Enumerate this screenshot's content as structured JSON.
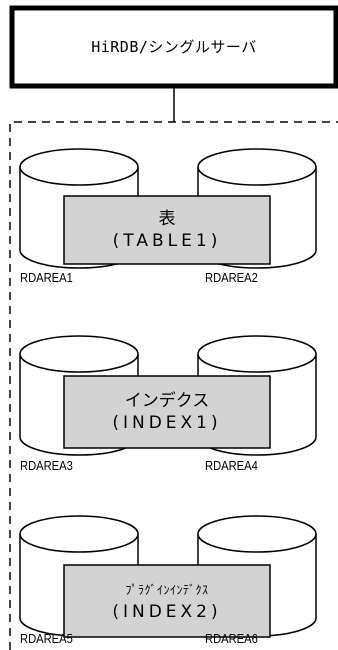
{
  "server": {
    "title": "HiRDB/シングルサーバ"
  },
  "groups": [
    {
      "name": "表",
      "id": "(TABLE1)",
      "areas": [
        "RDAREA1",
        "RDAREA2"
      ]
    },
    {
      "name": "インデクス",
      "id": "(INDEX1)",
      "areas": [
        "RDAREA3",
        "RDAREA4"
      ]
    },
    {
      "name": "ﾌﾟﾗｸﾞｲﾝｲﾝﾃﾞｸｽ",
      "id": "(INDEX2)",
      "areas": [
        "RDAREA5",
        "RDAREA6"
      ]
    }
  ]
}
